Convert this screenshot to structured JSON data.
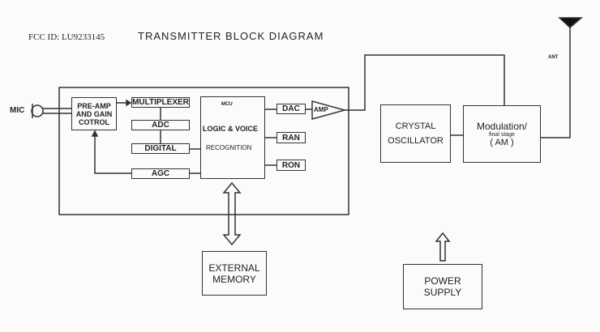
{
  "header": {
    "fcc_id": "FCC ID: LU9233145",
    "title": "TRANSMITTER BLOCK DIAGRAM"
  },
  "labels": {
    "mic": "MIC",
    "ant": "ANT"
  },
  "blocks": {
    "preamp": "PRE-AMP AND GAIN COTROL",
    "multiplexer": "MULTIPLEXER",
    "adc": "ADC",
    "digital": "DIGITAL",
    "agc": "AGC",
    "mcu_label": "MCU",
    "mcu": "LOGIC & VOICE",
    "mcu_line2": "RECOGNITION",
    "dac": "DAC",
    "amp": "AMP",
    "ran": "RAN",
    "ron": "RON",
    "crystal": "CRYSTAL",
    "crystal_line2": "OSCILLATOR",
    "modulation": "Modulation/",
    "modulation_line2": "final stage",
    "modulation_line3": "( AM )",
    "memory": "EXTERNAL",
    "memory_line2": "MEMORY",
    "power": "POWER",
    "power_line2": "SUPPLY"
  }
}
